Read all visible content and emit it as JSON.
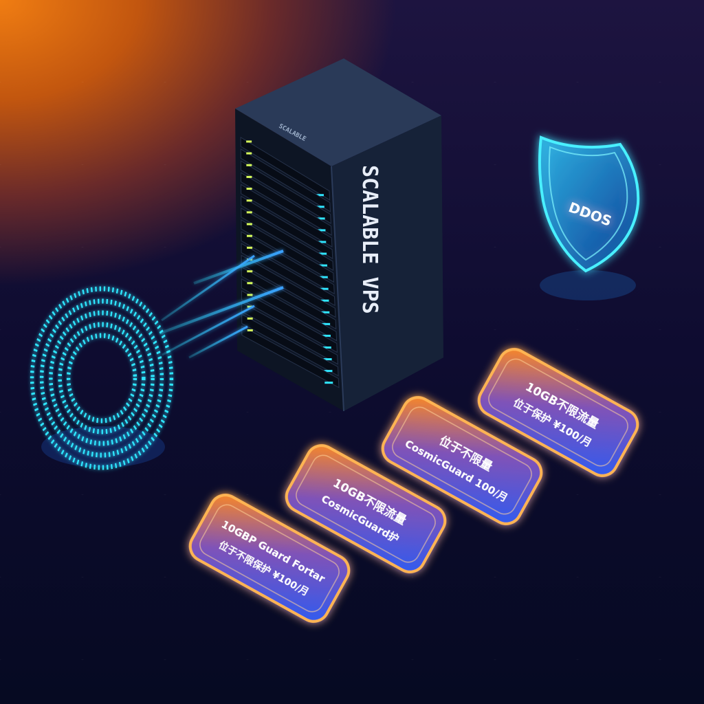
{
  "server": {
    "side_label": "SCALABLE VPS",
    "top_plate": "SCALABLE"
  },
  "shield": {
    "label": "DDOS"
  },
  "cards": [
    {
      "line1": "10GB不限流量",
      "line2": "位于保护 ¥100/月"
    },
    {
      "line1": "位于不限量",
      "line2": "CosmicGuard 100/月"
    },
    {
      "line1": "10GB不限流量",
      "line2": "CosmicGuard护"
    },
    {
      "line1": "10GBP Guard Fortar",
      "line2": "位于不限保护 ¥100/月"
    }
  ],
  "colors": {
    "accent_cyan": "#2fe6ff",
    "accent_orange": "#ff9a2a",
    "accent_blue": "#2a6bff"
  }
}
